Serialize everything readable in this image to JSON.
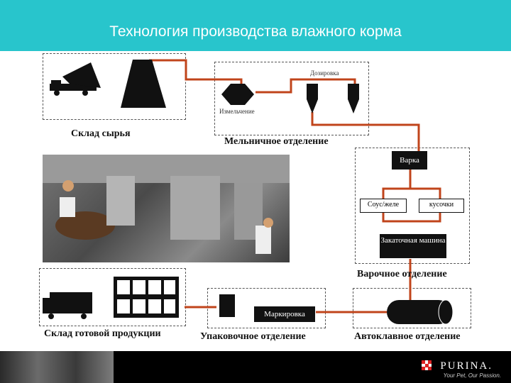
{
  "header": {
    "title": "Технология производства влажного корма"
  },
  "zones": {
    "raw_store": "Склад сырья",
    "mill": "Мельничное отделение",
    "cooking": "Варочное отделение",
    "finished_store": "Склад готовой продукции",
    "packing": "Упаковочное отделение",
    "autoclave": "Автоклавное отделение"
  },
  "steps": {
    "dosing": "Дозировка",
    "grinding": "Измельчение",
    "boiling": "Варка",
    "sauce_jelly": "Соус/желе",
    "pieces": "кусочки",
    "seaming_machine": "Закаточная машина",
    "marking": "Маркировка"
  },
  "footer": {
    "brand": "PURINA.",
    "tagline": "Your Pet, Our Passion."
  },
  "colors": {
    "header": "#28c5cc",
    "flow_line": "#c0441b"
  }
}
